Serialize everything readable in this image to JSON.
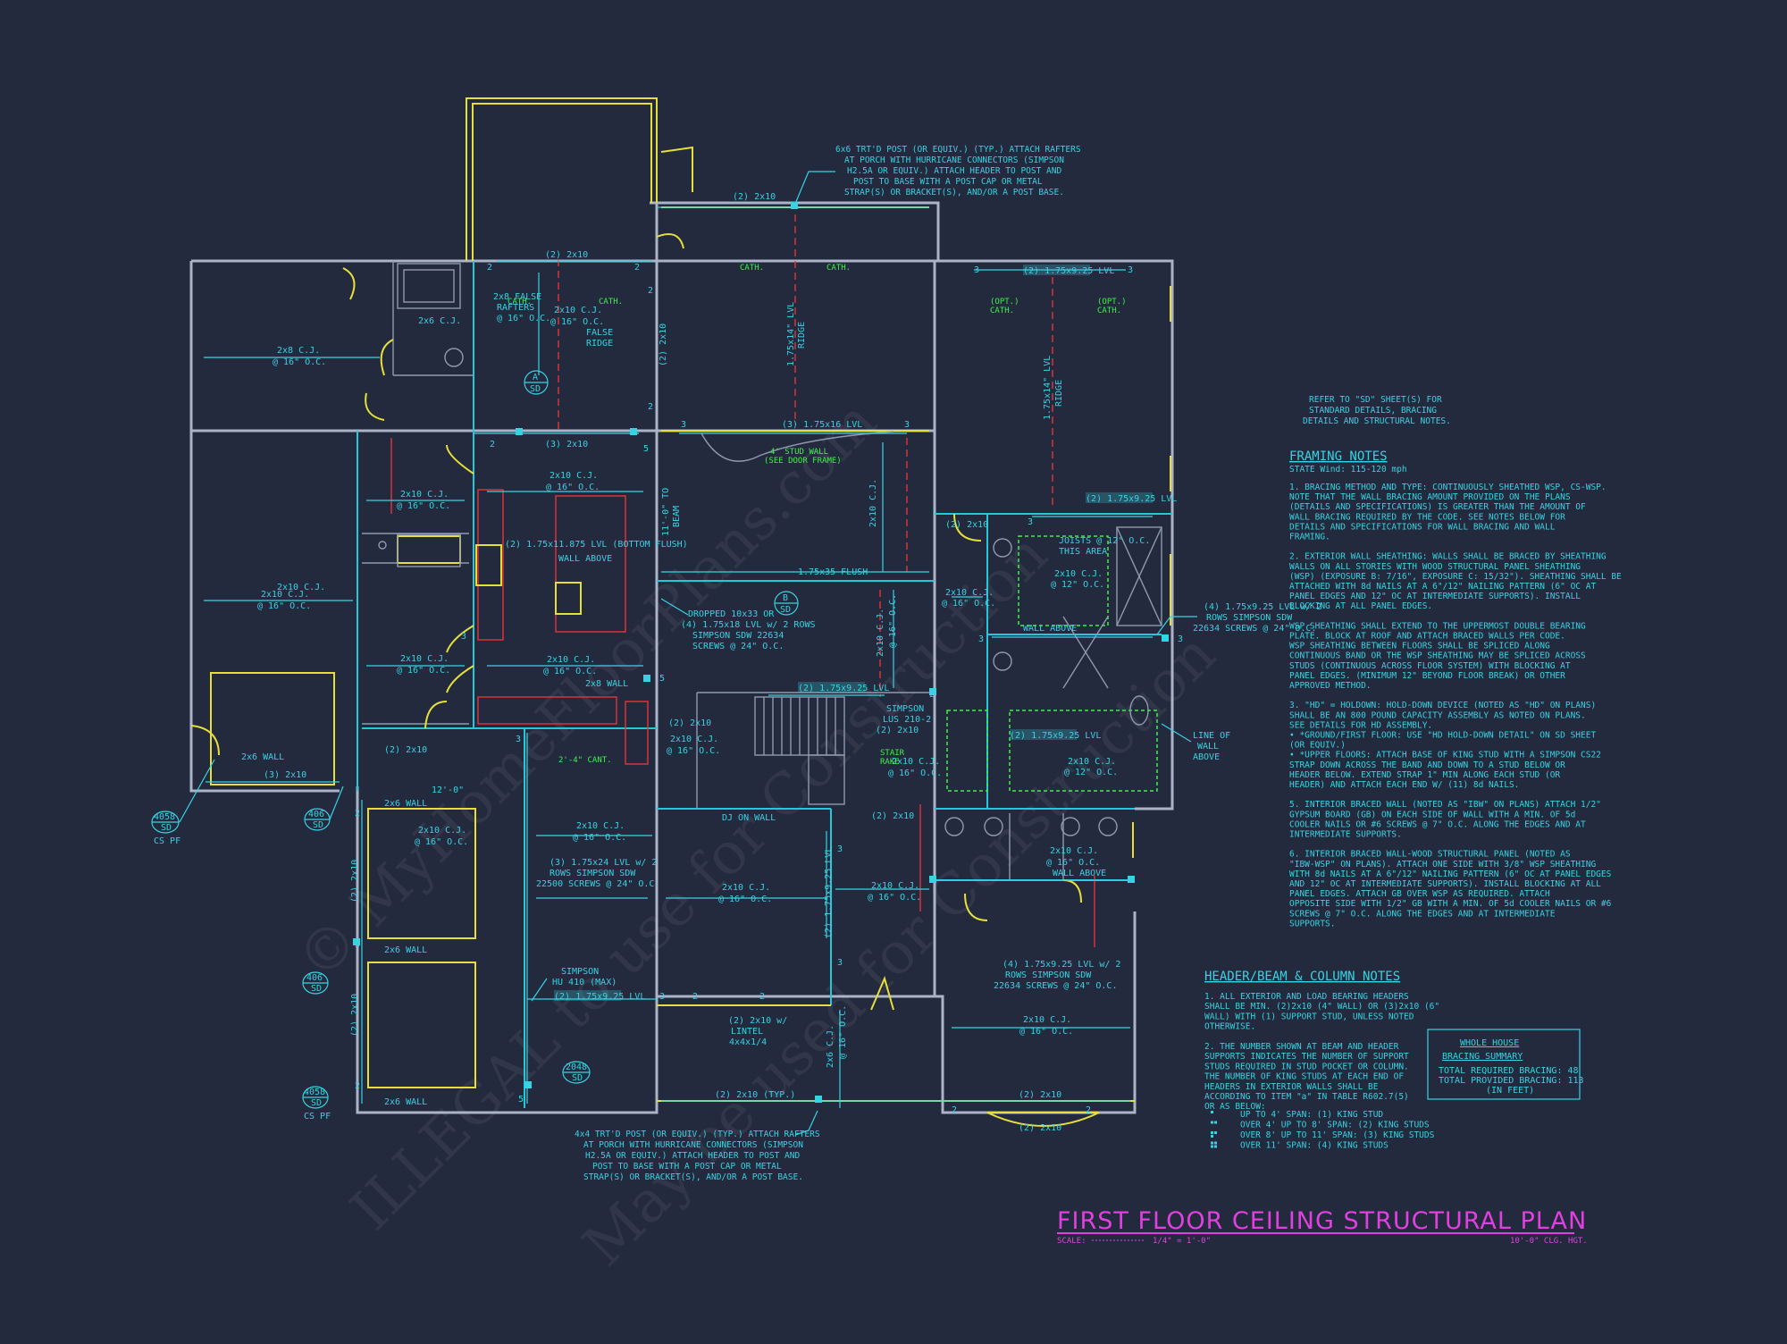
{
  "title": {
    "main": "FIRST FLOOR CEILING STRUCTURAL PLAN",
    "scale_label": "SCALE:",
    "scale_value": "1/4\" = 1'-0\"",
    "ceiling_height": "10'-0\" CLG. HGT."
  },
  "watermarks": [
    "© MyHomeFloorPlans.com",
    "ILLEGAL to use for Construction",
    "May be used for Construction"
  ],
  "refer_note": [
    "REFER TO \"SD\" SHEET(S) FOR",
    "STANDARD DETAILS, BRACING",
    "DETAILS AND STRUCTURAL NOTES."
  ],
  "framing_notes": {
    "heading": "FRAMING NOTES",
    "state_wind": "STATE Wind: 115-120 mph",
    "lines": [
      "1.   BRACING METHOD AND TYPE: CONTINUOUSLY SHEATHED WSP, CS-WSP.",
      "      NOTE THAT THE WALL BRACING AMOUNT PROVIDED ON THE PLANS",
      "      (DETAILS AND SPECIFICATIONS) IS GREATER THAN THE AMOUNT OF",
      "      WALL BRACING REQUIRED BY THE CODE. SEE NOTES BELOW FOR",
      "      DETAILS AND SPECIFICATIONS FOR WALL BRACING AND WALL",
      "      FRAMING.",
      "",
      "2.   EXTERIOR WALL SHEATHING: WALLS SHALL BE BRACED BY SHEATHING",
      "      WALLS ON ALL STORIES WITH WOOD STRUCTURAL PANEL SHEATHING",
      "      (WSP) (EXPOSURE B: 7/16\", EXPOSURE C: 15/32\"). SHEATHING SHALL BE",
      "      ATTACHED WITH 8d NAILS AT A 6\"/12\" NAILING PATTERN (6\" OC AT",
      "      PANEL EDGES AND 12\" OC AT INTERMEDIATE SUPPORTS). INSTALL",
      "      BLOCKING AT ALL PANEL EDGES.",
      "",
      "      WSP SHEATHING SHALL EXTEND TO THE UPPERMOST DOUBLE BEARING",
      "      PLATE. BLOCK AT ROOF AND ATTACH BRACED WALLS PER CODE.",
      "      WSP SHEATHING BETWEEN FLOORS SHALL BE SPLICED ALONG",
      "      CONTINUOUS BAND OR THE WSP SHEATHING MAY BE SPLICED ACROSS",
      "      STUDS (CONTINUOUS ACROSS FLOOR SYSTEM) WITH BLOCKING AT",
      "      PANEL EDGES. (MINIMUM 12\" BEYOND FLOOR BREAK) OR OTHER",
      "      APPROVED METHOD.",
      "",
      "3.   \"HD\" = HOLDOWN: HOLD-DOWN DEVICE (NOTED AS \"HD\" ON PLANS)",
      "      SHALL BE AN 800 POUND CAPACITY ASSEMBLY AS NOTED ON PLANS.",
      "      SEE DETAILS FOR HD ASSEMBLY.",
      "•    *GROUND/FIRST FLOOR: USE \"HD HOLD-DOWN DETAIL\" ON SD SHEET",
      "      (OR EQUIV.)",
      "•    *UPPER FLOORS: ATTACH BASE OF KING STUD WITH A SIMPSON CS22",
      "      STRAP DOWN ACROSS THE BAND AND DOWN TO A STUD BELOW OR",
      "      HEADER BELOW. EXTEND STRAP 1\" MIN ALONG EACH STUD (OR",
      "      HEADER) AND ATTACH EACH END W/ (11) 8d NAILS.",
      "",
      "5.   INTERIOR BRACED WALL (NOTED AS \"IBW\" ON PLANS) ATTACH 1/2\"",
      "      GYPSUM BOARD (GB) ON EACH SIDE OF WALL WITH A MIN. OF 5d",
      "      COOLER NAILS OR #6 SCREWS @ 7\" O.C. ALONG THE EDGES AND AT",
      "      INTERMEDIATE SUPPORTS.",
      "",
      "6.   INTERIOR BRACED WALL-WOOD STRUCTURAL PANEL (NOTED AS",
      "      \"IBW-WSP\" ON PLANS). ATTACH ONE SIDE WITH 3/8\" WSP SHEATHING",
      "      WITH 8d NAILS AT A 6\"/12\" NAILING PATTERN (6\" OC AT PANEL EDGES",
      "      AND 12\" OC AT INTERMEDIATE SUPPORTS). INSTALL BLOCKING AT ALL",
      "      PANEL EDGES. ATTACH GB OVER WSP AS REQUIRED. ATTACH",
      "      OPPOSITE SIDE WITH 1/2\" GB WITH A MIN. OF 5d COOLER NAILS OR #6",
      "      SCREWS @ 7\" O.C. ALONG THE EDGES AND AT INTERMEDIATE",
      "      SUPPORTS."
    ]
  },
  "header_notes": {
    "heading": "HEADER/BEAM & COLUMN NOTES",
    "lines": [
      "1.   ALL EXTERIOR AND LOAD BEARING HEADERS",
      "      SHALL BE MIN. (2)2x10 (4\" WALL) OR (3)2x10 (6\"",
      "      WALL) WITH (1) SUPPORT STUD, UNLESS NOTED",
      "      OTHERWISE.",
      "",
      "2.   THE NUMBER SHOWN AT BEAM AND HEADER",
      "      SUPPORTS INDICATES THE NUMBER OF SUPPORT",
      "      STUDS REQUIRED IN STUD POCKET OR COLUMN.",
      "      THE NUMBER OF KING STUDS AT EACH END OF",
      "      HEADERS IN EXTERIOR WALLS SHALL BE",
      "      ACCORDING TO ITEM \"a\" IN TABLE R602.7(5)",
      "      OR AS BELOW:"
    ],
    "studs": [
      "UP TO 4' SPAN: (1) KING STUD",
      "OVER 4' UP TO 8' SPAN: (2) KING STUDS",
      "OVER 8' UP TO 11' SPAN: (3) KING STUDS",
      "OVER 11' SPAN: (4) KING STUDS"
    ]
  },
  "bracing_summary": {
    "title_1": "WHOLE HOUSE",
    "title_2": "BRACING SUMMARY",
    "required": "TOTAL REQUIRED BRACING: 48",
    "provided": "TOTAL PROVIDED BRACING: 113",
    "unit": "(IN FEET)"
  },
  "callouts": {
    "top_post": [
      "6x6 TRT'D POST (OR EQUIV.) (TYP.) ATTACH RAFTERS",
      "AT PORCH WITH HURRICANE CONNECTORS (SIMPSON",
      "H2.5A OR EQUIV.) ATTACH HEADER TO POST AND",
      "POST TO BASE WITH A POST CAP OR METAL",
      "STRAP(S) OR BRACKET(S), AND/OR A POST BASE."
    ],
    "bottom_post": [
      "4x4 TRT'D POST (OR EQUIV.) (TYP.) ATTACH RAFTERS",
      "AT PORCH WITH HURRICANE CONNECTORS (SIMPSON",
      "H2.5A OR EQUIV.) ATTACH HEADER TO POST AND",
      "POST TO BASE WITH A POST CAP OR METAL",
      "STRAP(S) OR BRACKET(S), AND/OR A POST BASE."
    ],
    "right_lvl": [
      "(4) 1.75x9.25 LVL w/ 2",
      "ROWS SIMPSON SDW",
      "22634 SCREWS @ 24\" O.C."
    ],
    "lower_right_lvl": [
      "(4) 1.75x9.25 LVL w/ 2",
      "ROWS SIMPSON SDW",
      "22634 SCREWS @ 24\" O.C."
    ],
    "dropped": [
      "DROPPED 10x33 OR",
      "(4) 1.75x18 LVL w/ 2 ROWS",
      "SIMPSON SDW 22634",
      "SCREWS @ 24\" O.C."
    ],
    "lvl_mid": [
      "(3) 1.75x24 LVL w/ 2",
      "ROWS SIMPSON SDW",
      "22500 SCREWS @ 24\" O.C."
    ],
    "simpson_hu": [
      "SIMPSON",
      "HU 410 (MAX)"
    ],
    "simpson_lus": [
      "SIMPSON",
      "LUS 210-2"
    ],
    "line_of_wall": [
      "LINE OF",
      "WALL",
      "ABOVE"
    ],
    "joists": [
      "JOISTS @ 12\" O.C.",
      "THIS AREA"
    ],
    "false_rafters": [
      "2x8 FALSE",
      "RAFTERS",
      "@ 16\" O.C."
    ],
    "false_ridge": [
      "FALSE",
      "RIDGE"
    ],
    "stud_wall": [
      "4' STUD WALL",
      "(SEE DOOR FRAME)"
    ],
    "lvl_bottom_flush": "(2) 1.75x11.875 LVL (BOTTOM FLUSH)",
    "wall_above": "WALL ABOVE",
    "flush": "1.75x35 FLUSH",
    "beam": [
      "11'-0\" TO",
      "BEAM"
    ],
    "lintel": [
      "(2) 2x10 w/",
      "LINTEL",
      "4x4x1/4"
    ],
    "dj_on_wall": "DJ ON WALL",
    "stair_rake": [
      "STAIR",
      "RAKE"
    ],
    "cant": "2'-4\" CANT.",
    "dim_12": "12'-0\"",
    "typ": "(TYP.)"
  },
  "labels": {
    "cj16": [
      "2x8 C.J.",
      "@ 16\" O.C."
    ],
    "cj10_16": [
      "2x10 C.J.",
      "@ 16\" O.C."
    ],
    "cj10_12": [
      "2x10 C.J.",
      "@ 12\" O.C."
    ],
    "cj6": [
      "2x6 C.J.",
      "@ 16\" O.C."
    ],
    "two2x10": "(2) 2x10",
    "three2x10": "(3) 2x10",
    "two2x10typ": "(2) 2x10 (TYP.)",
    "lvl925": "(2) 1.75x9.25 LVL",
    "lvl16": "(3) 1.75x16 LVL",
    "lvl14": "1.75x14\" LVL",
    "ridge": "RIDGE",
    "cath": "CATH.",
    "opt": "(OPT.)",
    "two_x6_wall": "2x6 WALL",
    "two_x8_wall": "2x8 WALL",
    "sd": "SD",
    "a": "A",
    "b": "B",
    "t4058": "4058",
    "t406": "406",
    "t2048": "2048",
    "cspf": "CS PF",
    "n2": "2",
    "n3": "3",
    "n5": "5"
  },
  "colors": {
    "background": "#242a3d",
    "cyan": "#36d3e3",
    "yellow": "#e6df3a",
    "red": "#e3333a",
    "green": "#3ef04a",
    "magenta": "#e040e0",
    "wall": "#aab3c7"
  }
}
